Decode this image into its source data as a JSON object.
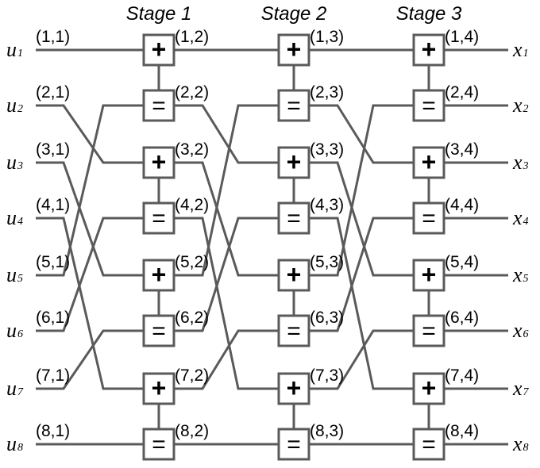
{
  "stages": [
    "Stage 1",
    "Stage 2",
    "Stage 3"
  ],
  "inputs": [
    {
      "letter": "u",
      "index": "1"
    },
    {
      "letter": "u",
      "index": "2"
    },
    {
      "letter": "u",
      "index": "3"
    },
    {
      "letter": "u",
      "index": "4"
    },
    {
      "letter": "u",
      "index": "5"
    },
    {
      "letter": "u",
      "index": "6"
    },
    {
      "letter": "u",
      "index": "7"
    },
    {
      "letter": "u",
      "index": "8"
    }
  ],
  "outputs": [
    {
      "letter": "x",
      "index": "1"
    },
    {
      "letter": "x",
      "index": "2"
    },
    {
      "letter": "x",
      "index": "3"
    },
    {
      "letter": "x",
      "index": "4"
    },
    {
      "letter": "x",
      "index": "5"
    },
    {
      "letter": "x",
      "index": "6"
    },
    {
      "letter": "x",
      "index": "7"
    },
    {
      "letter": "x",
      "index": "8"
    }
  ],
  "edge_labels": [
    [
      "(1,1)",
      "(2,1)",
      "(3,1)",
      "(4,1)",
      "(5,1)",
      "(6,1)",
      "(7,1)",
      "(8,1)"
    ],
    [
      "(1,2)",
      "(2,2)",
      "(3,2)",
      "(4,2)",
      "(5,2)",
      "(6,2)",
      "(7,2)",
      "(8,2)"
    ],
    [
      "(1,3)",
      "(2,3)",
      "(3,3)",
      "(4,3)",
      "(5,3)",
      "(6,3)",
      "(7,3)",
      "(8,3)"
    ],
    [
      "(1,4)",
      "(2,4)",
      "(3,4)",
      "(4,4)",
      "(5,4)",
      "(6,4)",
      "(7,4)",
      "(8,4)"
    ]
  ],
  "node_symbols": [
    "+",
    "=",
    "+",
    "=",
    "+",
    "=",
    "+",
    "="
  ],
  "permutation_before_stage": [
    [
      0,
      4,
      1,
      5,
      2,
      6,
      3,
      7
    ],
    [
      0,
      4,
      1,
      5,
      2,
      6,
      3,
      7
    ],
    [
      0,
      4,
      1,
      5,
      2,
      6,
      3,
      7
    ]
  ],
  "colors": {
    "line": "#5a5a5a",
    "text": "#000000",
    "background": "#ffffff"
  }
}
